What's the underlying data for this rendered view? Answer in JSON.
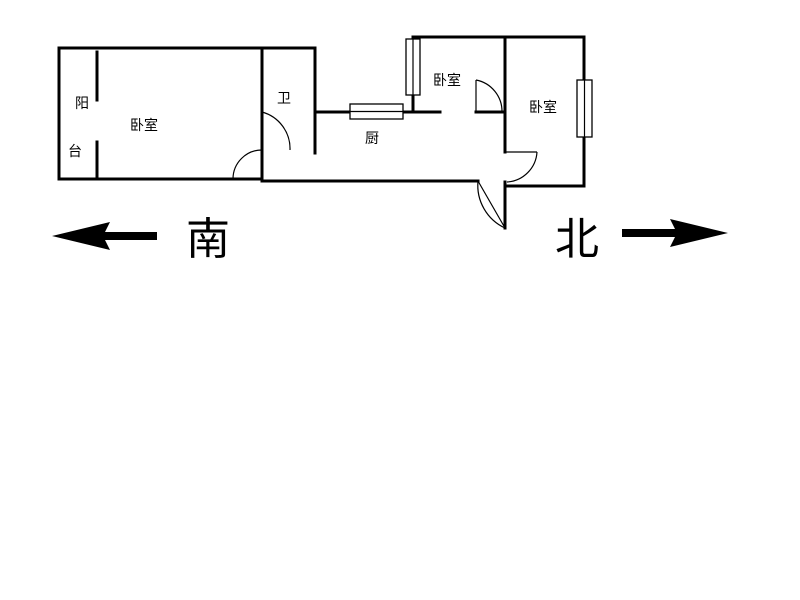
{
  "rooms": {
    "balcony_char1": "阳",
    "balcony_char2": "台",
    "bedroom_main": "卧室",
    "bathroom": "卫",
    "kitchen": "厨",
    "bedroom_small": "卧室",
    "bedroom_north": "卧室"
  },
  "directions": {
    "south": "南",
    "north": "北"
  }
}
